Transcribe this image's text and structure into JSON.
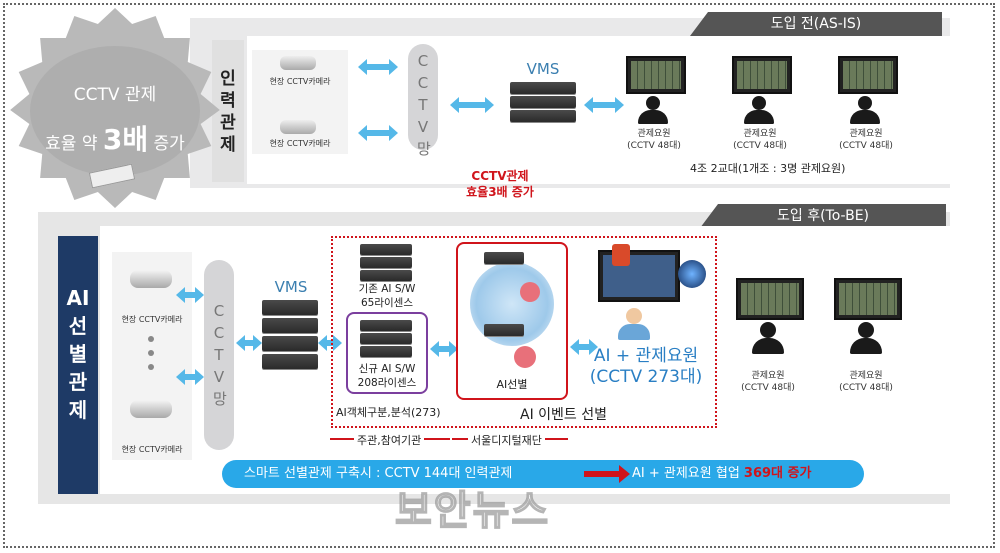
{
  "badge": {
    "line1": "CCTV 관제",
    "line2_prefix": "효율 약",
    "line2_big": "3배",
    "line2_suffix": "증가"
  },
  "before": {
    "tab": "도입 전(AS-IS)",
    "side_label": "인력관제",
    "camera_label": "현장 CCTV카메라",
    "network_label": "CCTV망",
    "vms_label": "VMS",
    "operators": [
      {
        "role": "관제요원",
        "count": "(CCTV 48대)"
      },
      {
        "role": "관제요원",
        "count": "(CCTV 48대)"
      },
      {
        "role": "관제요원",
        "count": "(CCTV 48대)"
      }
    ],
    "shift_note": "4조 2교대(1개조 : 3명 관제요원)"
  },
  "center_note": {
    "line1": "CCTV관제",
    "line2": "효율3배 증가"
  },
  "after": {
    "tab": "도입 후(To-BE)",
    "side_label": "AI선별관제",
    "camera_label": "현장 CCTV카메라",
    "network_label": "CCTV망",
    "vms_label": "VMS",
    "existing_ai": {
      "line1": "기존 AI S/W",
      "line2": "65라이센스"
    },
    "new_ai": {
      "line1": "신규 AI S/W",
      "line2": "208라이센스"
    },
    "ai_object_label": "AI객체구분,분석(273)",
    "ai_selection_label": "AI선별",
    "event_label": "AI 이벤트 선별",
    "result": {
      "line1": "AI + 관제요원",
      "line2": "(CCTV 273대)"
    },
    "operators": [
      {
        "role": "관제요원",
        "count": "(CCTV 48대)"
      },
      {
        "role": "관제요원",
        "count": "(CCTV 48대)"
      }
    ],
    "host_label": "주관,참여기관",
    "foundation_label": "서울디지털재단"
  },
  "summary_bar": {
    "left": "스마트 선별관제 구축시 : CCTV 144대 인력관제",
    "right_prefix": "AI + 관제요원 협업",
    "right_highlight": "369대 증가"
  },
  "watermark": "보안뉴스",
  "colors": {
    "accent_blue": "#29a8e8",
    "red": "#d0141b",
    "navy": "#1e3a66",
    "purple": "#7b3f9e"
  }
}
